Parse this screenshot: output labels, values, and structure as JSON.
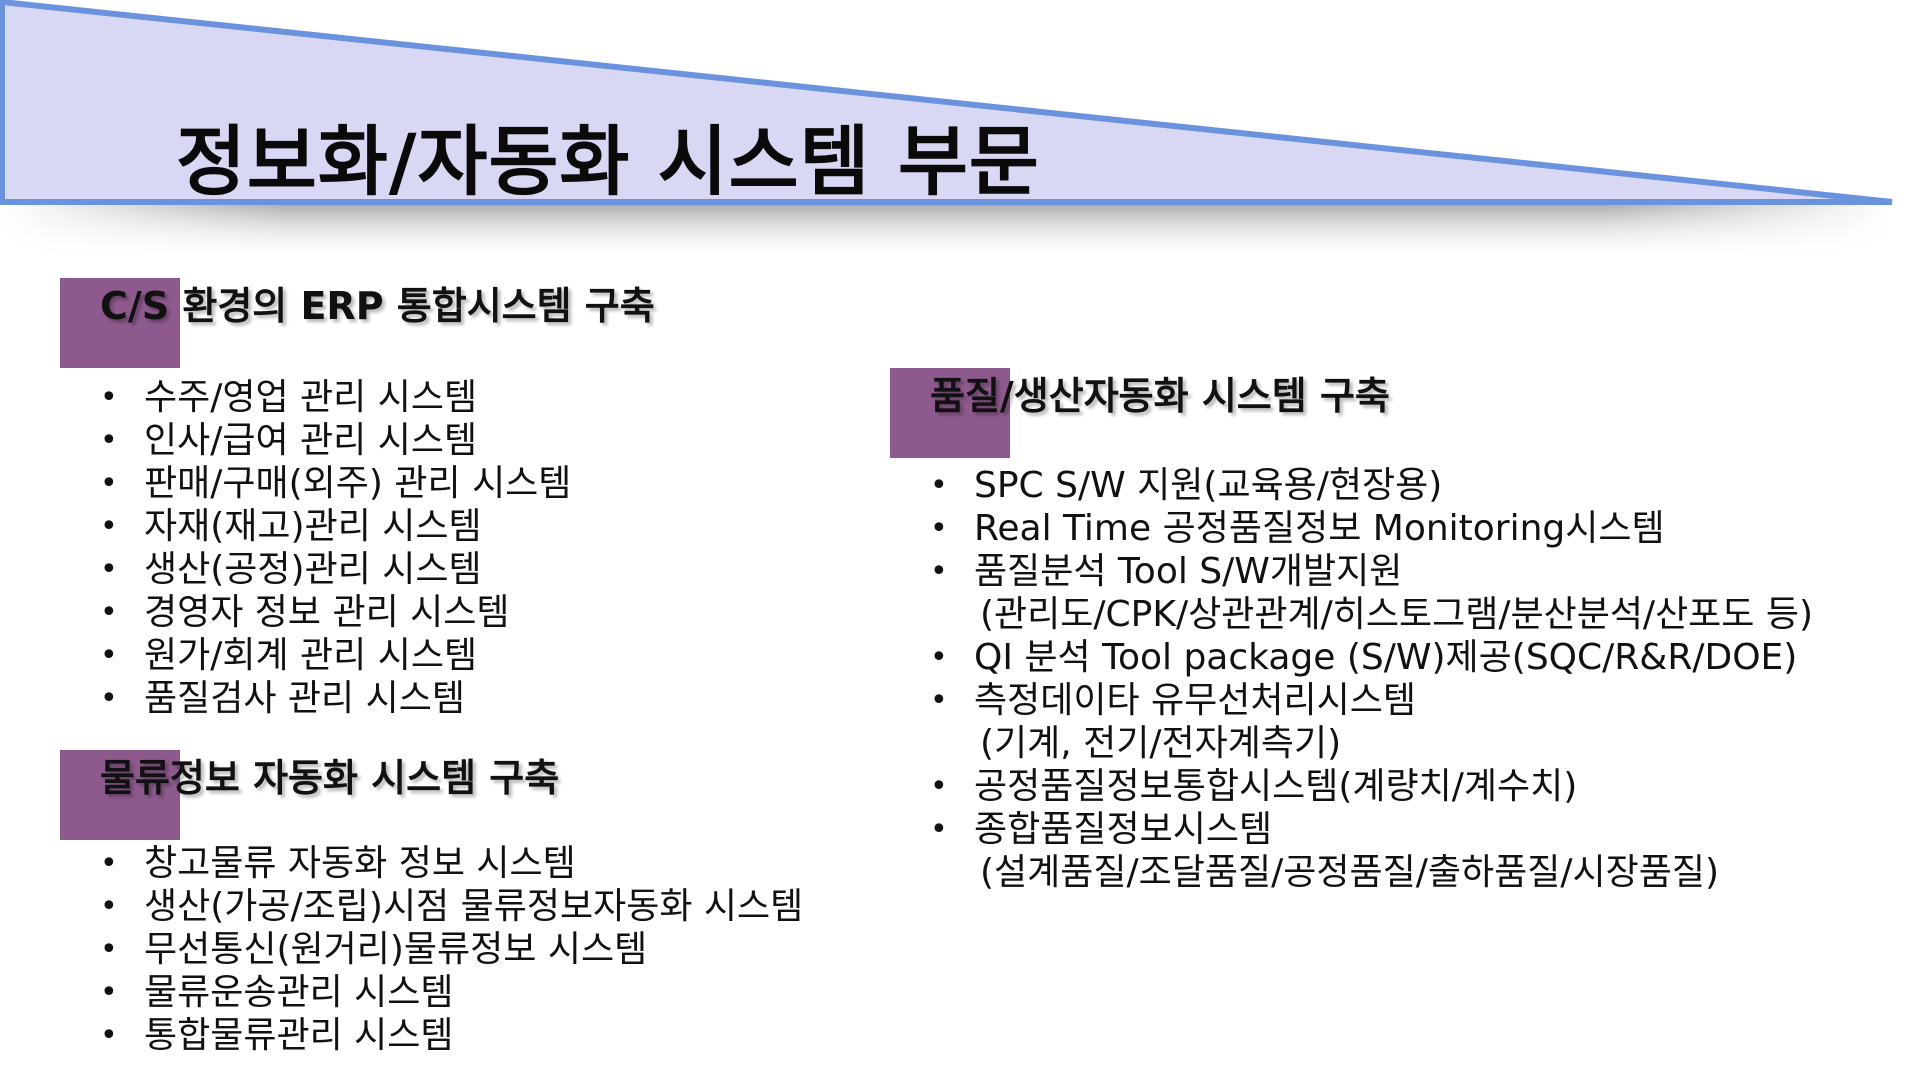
{
  "header": {
    "title": "정보화/자동화 시스템 부문"
  },
  "colors": {
    "banner_fill": "#d8d8f4",
    "banner_stroke": "#6b92dc",
    "section_marker": "#8e5a8e"
  },
  "sections": {
    "erp": {
      "title": "C/S 환경의 ERP 통합시스템 구축",
      "items": [
        "수주/영업 관리 시스템",
        "인사/급여 관리 시스템",
        "판매/구매(외주) 관리 시스템",
        "자재(재고)관리 시스템",
        "생산(공정)관리 시스템",
        "경영자 정보 관리 시스템",
        "원가/회계 관리 시스템",
        "품질검사 관리 시스템"
      ]
    },
    "logistics": {
      "title": "물류정보 자동화 시스템 구축",
      "items": [
        "창고물류 자동화 정보 시스템",
        "생산(가공/조립)시점 물류정보자동화 시스템",
        "무선통신(원거리)물류정보 시스템",
        "물류운송관리 시스템",
        "통합물류관리 시스템"
      ]
    },
    "quality": {
      "title": "품질/생산자동화 시스템 구축",
      "items": [
        {
          "text": "SPC S/W 지원(교육용/현장용)",
          "sub": ""
        },
        {
          "text": "Real Time 공정품질정보 Monitoring시스템",
          "sub": ""
        },
        {
          "text": "품질분석 Tool S/W개발지원",
          "sub": "(관리도/CPK/상관관계/히스토그램/분산분석/산포도 등)"
        },
        {
          "text": "QI 분석 Tool package (S/W)제공(SQC/R&R/DOE)",
          "sub": ""
        },
        {
          "text": "측정데이타 유무선처리시스템",
          "sub": "(기계, 전기/전자계측기)"
        },
        {
          "text": "공정품질정보통합시스템(계량치/계수치)",
          "sub": ""
        },
        {
          "text": "종합품질정보시스템",
          "sub": "(설계품질/조달품질/공정품질/출하품질/시장품질)"
        }
      ]
    }
  }
}
